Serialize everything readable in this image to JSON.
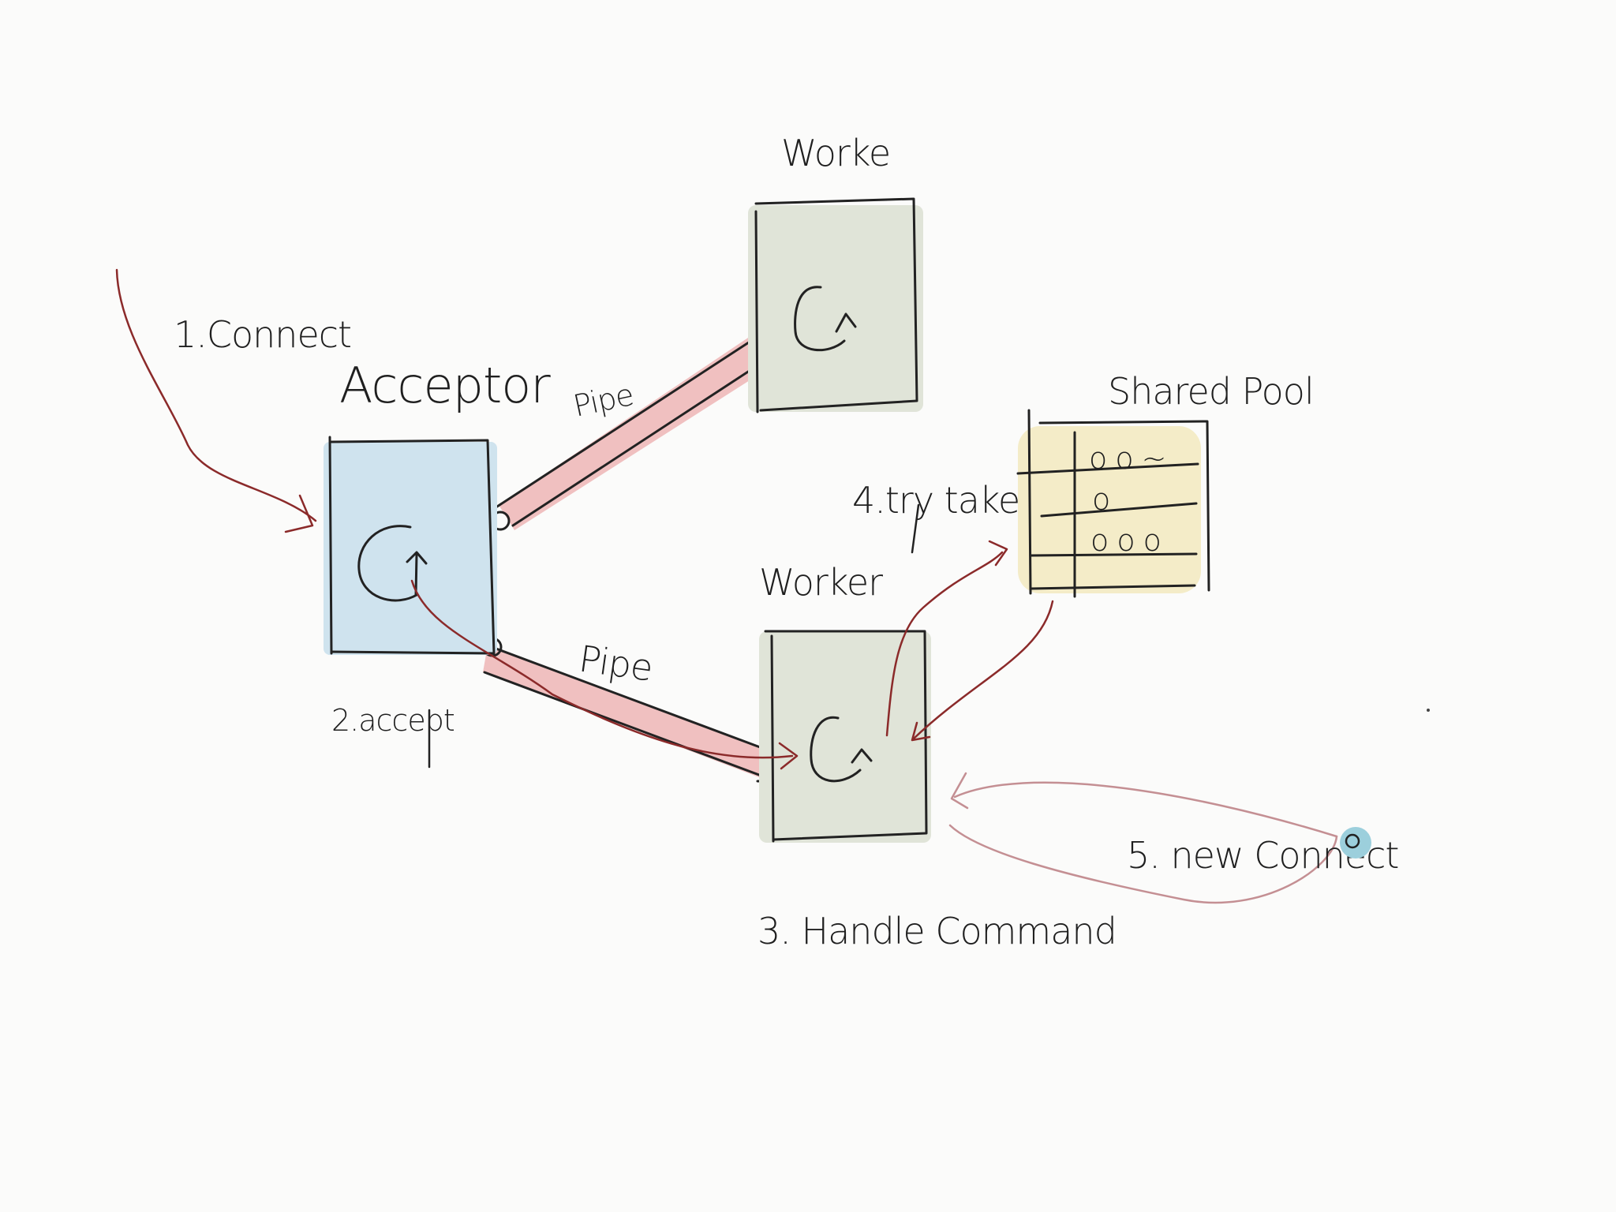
{
  "colors": {
    "acceptor_fill": "#cfe3ee",
    "worker_fill": "#e0e4d8",
    "pool_fill": "#f4ecc8",
    "pipe_fill": "#f0c0c0",
    "arrow_red": "#8b2a2a",
    "arrow_pink": "#c48f93",
    "ink": "#222222",
    "cursor_dot": "#9ccfdc"
  },
  "nodes": {
    "acceptor": {
      "label": "Acceptor",
      "icon": "loop-icon"
    },
    "worker_top": {
      "label": "Worke",
      "icon": "loop-icon"
    },
    "worker_bottom": {
      "label": "Worker",
      "icon": "loop-icon"
    },
    "shared_pool": {
      "label": "Shared Pool",
      "rows": [
        "o o ~",
        "o",
        "o o o"
      ]
    }
  },
  "edges": {
    "pipe_top": "Pipe",
    "pipe_bottom": "Pipe"
  },
  "steps": {
    "connect": "1.Connect",
    "accept": "2.accept",
    "handle": "3. Handle Command",
    "try_take": "4.try take",
    "new_connect": "5. new Connect"
  }
}
